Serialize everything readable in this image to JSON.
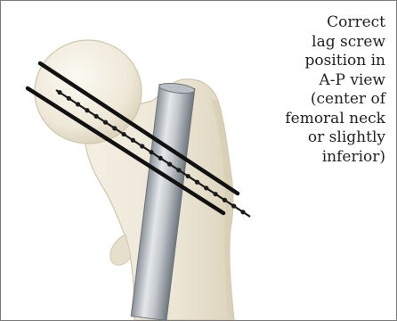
{
  "caption": {
    "lines": [
      "Correct",
      "lag screw",
      "position in",
      "A-P view",
      "(center of",
      "femoral neck",
      "or slightly",
      "inferior)"
    ]
  },
  "colors": {
    "bone_fill": "#efeadb",
    "bone_shadow": "#d8cfb6",
    "bone_outline": "#c9c0a6",
    "nail_light": "#d9dde2",
    "nail_dark": "#7d858d",
    "guide_lines": "#111111",
    "screw_beads": "#1a1a1a",
    "border": "#7a7a7a"
  }
}
